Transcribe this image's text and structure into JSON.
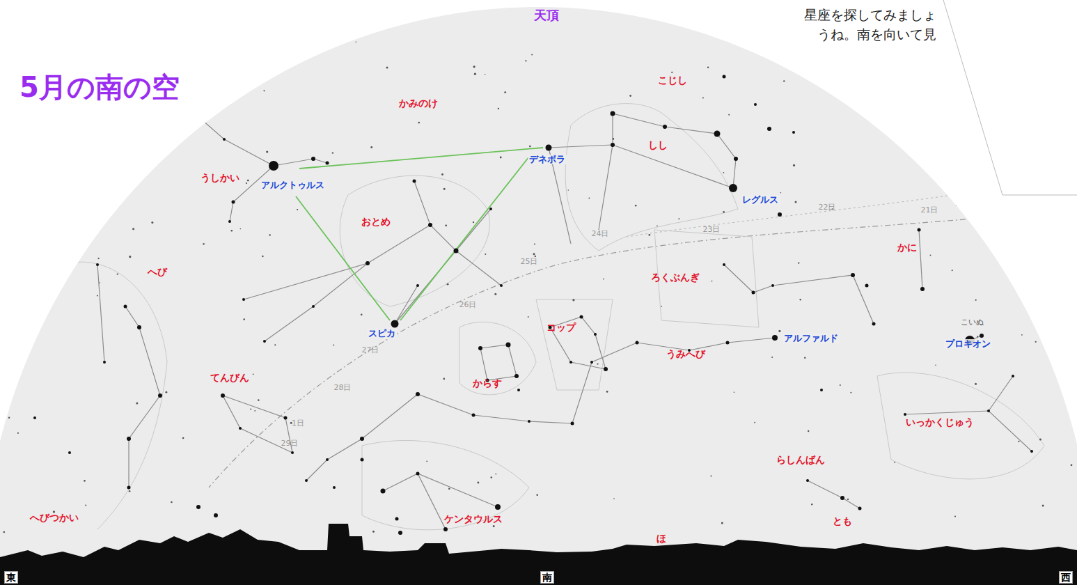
{
  "diagram": {
    "title": "5月の南の空",
    "labels": [
      "天頂",
      "星座を探してみましょうね。南を向いて見",
      "こじし",
      "かみのけ",
      "しし",
      "うしかい",
      "おとめ",
      "へび",
      "ろくぶんぎ",
      "かに",
      "コップ",
      "からす",
      "うみへび",
      "てんびん",
      "いっかくじゅう",
      "らしんばん",
      "へびつかい",
      "ケンタウルス",
      "とも",
      "ほ",
      "アルクトゥルス",
      "デネボラ",
      "レグルス",
      "スピカ",
      "アルファルド",
      "プロキオン",
      "こいぬ",
      "東",
      "南",
      "西",
      "21日",
      "22日",
      "23日",
      "24日",
      "25日",
      "26日",
      "27日",
      "28日",
      "1日",
      "29日"
    ]
  }
}
